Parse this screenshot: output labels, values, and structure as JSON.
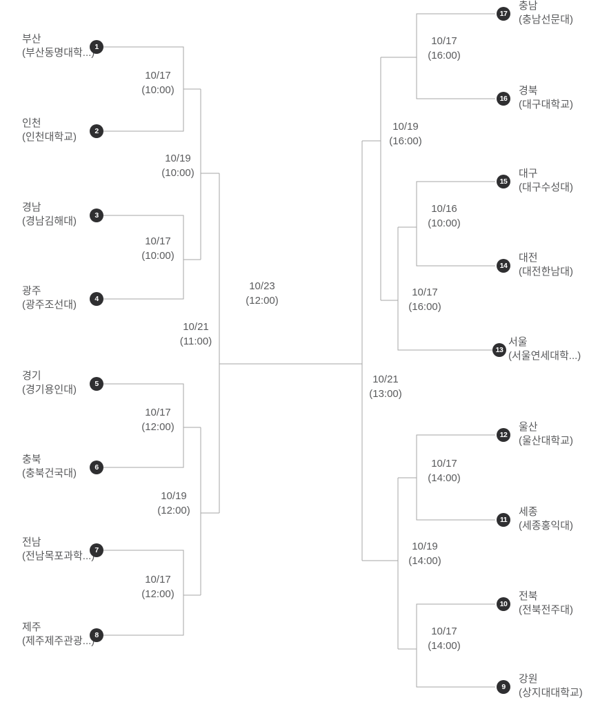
{
  "colors": {
    "line": "#a6a6a6",
    "badge_bg": "#2f2f31",
    "badge_text": "#ffffff",
    "label_text": "#58595b"
  },
  "teams": [
    {
      "seed": "1",
      "region": "부산",
      "university": "(부산동명대학...)"
    },
    {
      "seed": "2",
      "region": "인천",
      "university": "(인천대학교)"
    },
    {
      "seed": "3",
      "region": "경남",
      "university": "(경남김해대)"
    },
    {
      "seed": "4",
      "region": "광주",
      "university": "(광주조선대)"
    },
    {
      "seed": "5",
      "region": "경기",
      "university": "(경기용인대)"
    },
    {
      "seed": "6",
      "region": "충북",
      "university": "(충북건국대)"
    },
    {
      "seed": "7",
      "region": "전남",
      "university": "(전남목포과학...)"
    },
    {
      "seed": "8",
      "region": "제주",
      "university": "(제주제주관광...)"
    },
    {
      "seed": "9",
      "region": "강원",
      "university": "(상지대대학교)"
    },
    {
      "seed": "10",
      "region": "전북",
      "university": "(전북전주대)"
    },
    {
      "seed": "11",
      "region": "세종",
      "university": "(세종홍익대)"
    },
    {
      "seed": "12",
      "region": "울산",
      "university": "(울산대학교)"
    },
    {
      "seed": "13",
      "region": "서울",
      "university": "(서울연세대학...)"
    },
    {
      "seed": "14",
      "region": "대전",
      "university": "(대전한남대)"
    },
    {
      "seed": "15",
      "region": "대구",
      "university": "(대구수성대)"
    },
    {
      "seed": "16",
      "region": "경북",
      "university": "(대구대학교)"
    },
    {
      "seed": "17",
      "region": "충남",
      "university": "(충남선문대)"
    }
  ],
  "matches": {
    "l_qf1": {
      "date": "10/17",
      "time": "(10:00)"
    },
    "l_qf2": {
      "date": "10/17",
      "time": "(10:00)"
    },
    "l_sf1": {
      "date": "10/19",
      "time": "(10:00)"
    },
    "l_qf3": {
      "date": "10/17",
      "time": "(12:00)"
    },
    "l_qf4": {
      "date": "10/17",
      "time": "(12:00)"
    },
    "l_sf2": {
      "date": "10/19",
      "time": "(12:00)"
    },
    "l_final": {
      "date": "10/21",
      "time": "(11:00)"
    },
    "grand_final": {
      "date": "10/23",
      "time": "(12:00)"
    },
    "r_qf1": {
      "date": "10/17",
      "time": "(16:00)"
    },
    "r_playin": {
      "date": "10/16",
      "time": "(10:00)"
    },
    "r_qf2": {
      "date": "10/17",
      "time": "(16:00)"
    },
    "r_sf1": {
      "date": "10/19",
      "time": "(16:00)"
    },
    "r_qf3": {
      "date": "10/17",
      "time": "(14:00)"
    },
    "r_qf4": {
      "date": "10/17",
      "time": "(14:00)"
    },
    "r_sf2": {
      "date": "10/19",
      "time": "(14:00)"
    },
    "r_final": {
      "date": "10/21",
      "time": "(13:00)"
    }
  }
}
